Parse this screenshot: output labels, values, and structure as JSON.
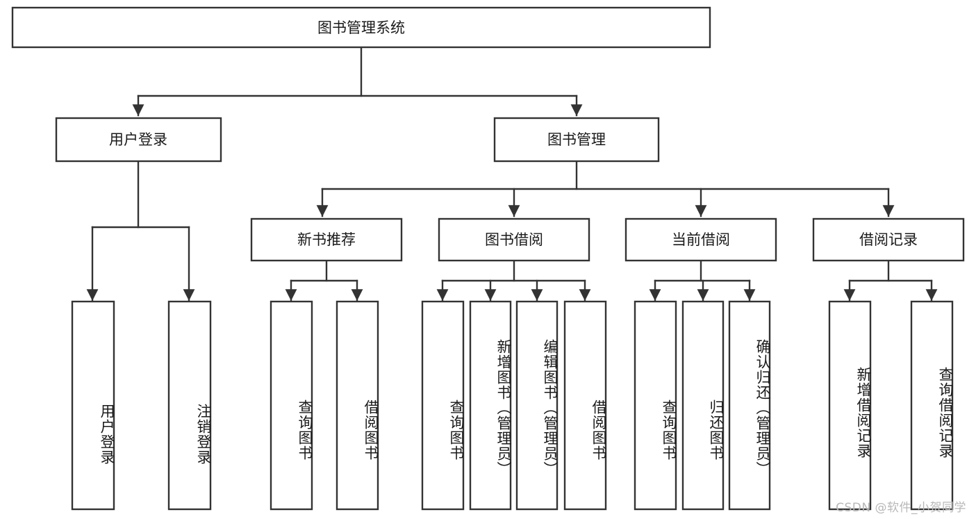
{
  "diagram": {
    "type": "tree",
    "title": "图书管理系统",
    "orientation": "top-down",
    "root": {
      "id": "root",
      "label": "图书管理系统"
    },
    "level2": [
      {
        "id": "user-login",
        "label": "用户登录"
      },
      {
        "id": "book-mgmt",
        "label": "图书管理"
      }
    ],
    "level3": [
      {
        "id": "new-book-rec",
        "label": "新书推荐",
        "parent": "book-mgmt"
      },
      {
        "id": "book-borrow",
        "label": "图书借阅",
        "parent": "book-mgmt"
      },
      {
        "id": "current-borrow",
        "label": "当前借阅",
        "parent": "book-mgmt"
      },
      {
        "id": "borrow-record",
        "label": "借阅记录",
        "parent": "book-mgmt"
      }
    ],
    "leaves": [
      {
        "id": "leaf-user-login",
        "label": "用户登录",
        "parent": "user-login"
      },
      {
        "id": "leaf-logout",
        "label": "注销登录",
        "parent": "user-login"
      },
      {
        "id": "leaf-query-book-1",
        "label": "查询图书",
        "parent": "new-book-rec"
      },
      {
        "id": "leaf-borrow-book-1",
        "label": "借阅图书",
        "parent": "new-book-rec"
      },
      {
        "id": "leaf-query-book-2",
        "label": "查询图书",
        "parent": "book-borrow"
      },
      {
        "id": "leaf-add-book",
        "label": "新增图书（管理员）",
        "parent": "book-borrow"
      },
      {
        "id": "leaf-edit-book",
        "label": "编辑图书（管理员）",
        "parent": "book-borrow"
      },
      {
        "id": "leaf-borrow-book-2",
        "label": "借阅图书",
        "parent": "book-borrow"
      },
      {
        "id": "leaf-query-book-3",
        "label": "查询图书",
        "parent": "current-borrow"
      },
      {
        "id": "leaf-return-book",
        "label": "归还图书",
        "parent": "current-borrow"
      },
      {
        "id": "leaf-confirm-return",
        "label": "确认归还（管理员）",
        "parent": "current-borrow"
      },
      {
        "id": "leaf-add-record",
        "label": "新增借阅记录",
        "parent": "borrow-record"
      },
      {
        "id": "leaf-query-record",
        "label": "查询借阅记录",
        "parent": "borrow-record"
      }
    ],
    "colors": {
      "box_fill": "#ffffff",
      "box_stroke": "#333333",
      "text": "#1a1a1a",
      "background": "#ffffff",
      "watermark": "#b8b8b8"
    }
  },
  "watermark": {
    "text": "CSDN @软件_小贺同学"
  }
}
